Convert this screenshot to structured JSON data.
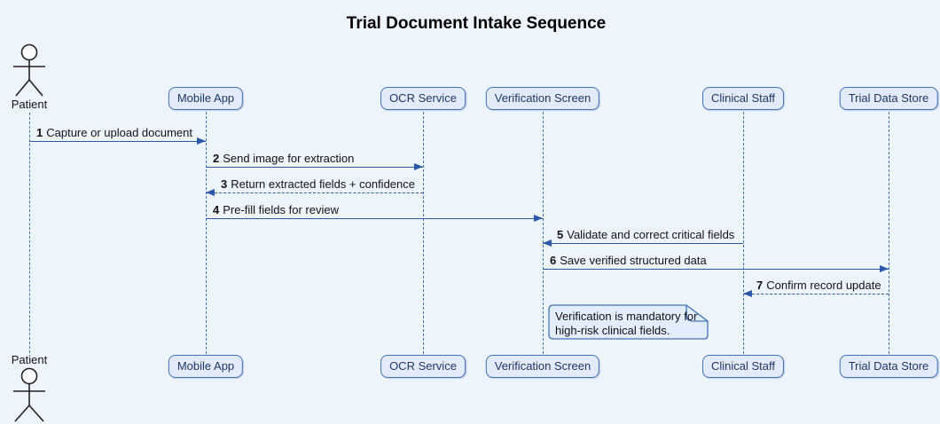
{
  "diagram": {
    "type": "sequence",
    "title": "Trial Document Intake Sequence"
  },
  "colors": {
    "bg": "#EEF4FC",
    "p_fill": "#E3EBFA",
    "p_border": "#4272B8",
    "p_text": "#1F3864",
    "lifeline": "#4272B8",
    "arrow": "#2B58A9",
    "msg_text": "#121212",
    "note_fill": "#E3EDFD",
    "note_border": "#4272B8",
    "actor_line": "#222222",
    "title_text": "#000000"
  },
  "participants": [
    {
      "name": "Patient",
      "kind": "actor"
    },
    {
      "name": "Mobile App",
      "kind": "participant"
    },
    {
      "name": "OCR Service",
      "kind": "participant"
    },
    {
      "name": "Verification Screen",
      "kind": "participant"
    },
    {
      "name": "Clinical Staff",
      "kind": "participant"
    },
    {
      "name": "Trial Data Store",
      "kind": "participant"
    }
  ],
  "messages": [
    {
      "num": "1",
      "text": "Capture or upload document",
      "from": "Patient",
      "to": "Mobile App",
      "line": "solid",
      "direction": "right"
    },
    {
      "num": "2",
      "text": "Send image for extraction",
      "from": "Mobile App",
      "to": "OCR Service",
      "line": "solid",
      "direction": "right"
    },
    {
      "num": "3",
      "text": "Return extracted fields + confidence",
      "from": "OCR Service",
      "to": "Mobile App",
      "line": "dashed",
      "direction": "left"
    },
    {
      "num": "4",
      "text": "Pre-fill fields for review",
      "from": "Mobile App",
      "to": "Verification Screen",
      "line": "solid",
      "direction": "right"
    },
    {
      "num": "5",
      "text": "Validate and correct critical fields",
      "from": "Clinical Staff",
      "to": "Verification Screen",
      "line": "solid",
      "direction": "left"
    },
    {
      "num": "6",
      "text": "Save verified structured data",
      "from": "Verification Screen",
      "to": "Trial Data Store",
      "line": "solid",
      "direction": "right"
    },
    {
      "num": "7",
      "text": "Confirm record update",
      "from": "Trial Data Store",
      "to": "Clinical Staff",
      "line": "dashed",
      "direction": "left"
    }
  ],
  "note": {
    "text": "Verification is mandatory for\nhigh-risk clinical fields."
  }
}
